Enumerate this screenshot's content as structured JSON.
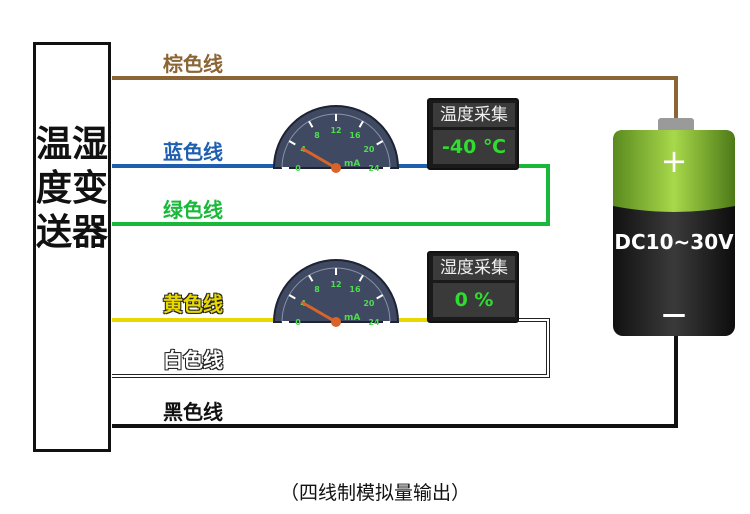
{
  "device": {
    "name": "温湿度变送器"
  },
  "wires": {
    "brown": {
      "label": "棕色线",
      "color": "#8B6535"
    },
    "blue": {
      "label": "蓝色线",
      "color": "#1F5FB0"
    },
    "green": {
      "label": "绿色线",
      "color": "#19B83A"
    },
    "yellow": {
      "label": "黄色线",
      "color": "#E8D800"
    },
    "white": {
      "label": "白色线",
      "color": "#ffffff"
    },
    "black": {
      "label": "黑色线",
      "color": "#111111"
    }
  },
  "meters": [
    {
      "unit": "mA",
      "ticks": [
        "0",
        "4",
        "8",
        "12",
        "16",
        "20",
        "24"
      ],
      "reading": 4
    },
    {
      "unit": "mA",
      "ticks": [
        "0",
        "4",
        "8",
        "12",
        "16",
        "20",
        "24"
      ],
      "reading": 4
    }
  ],
  "displays": [
    {
      "title": "温度采集",
      "value": "-40 ℃"
    },
    {
      "title": "湿度采集",
      "value": "0 %"
    }
  ],
  "battery": {
    "label": "DC10~30V",
    "plus": "+",
    "minus": "—"
  },
  "caption": "（四线制模拟量输出）"
}
